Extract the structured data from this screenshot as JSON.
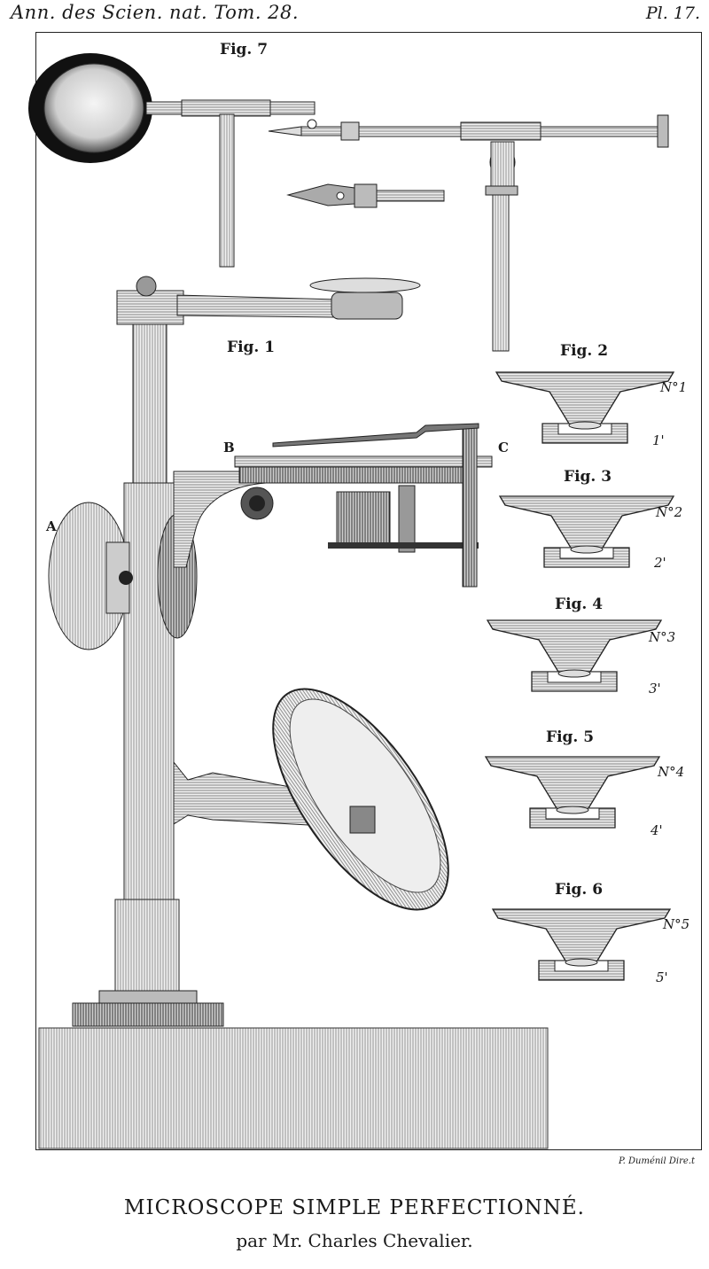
{
  "header": {
    "left": "Ann. des Scien. nat. Tom. 28.",
    "right": "Pl. 17."
  },
  "figures": {
    "fig1": "Fig. 1",
    "fig2": "Fig. 2",
    "fig3": "Fig. 3",
    "fig4": "Fig. 4",
    "fig5": "Fig. 5",
    "fig6": "Fig. 6",
    "fig7": "Fig. 7"
  },
  "letters": {
    "a": "A",
    "b": "B",
    "c": "C"
  },
  "lens_numbers": [
    "N°1",
    "N°2",
    "N°3",
    "N°4",
    "N°5"
  ],
  "lens_primes": [
    "1'",
    "2'",
    "3'",
    "4'",
    "5'"
  ],
  "credit": "P. Duménil Dire.t",
  "title": "MICROSCOPE SIMPLE PERFECTIONNÉ.",
  "subtitle": "par Mr. Charles Chevalier."
}
